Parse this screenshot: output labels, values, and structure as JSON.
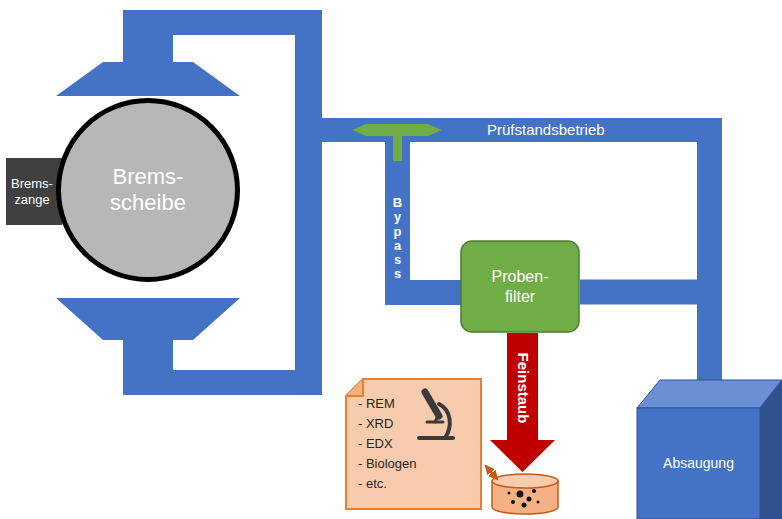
{
  "diagram": {
    "nodes": [
      {
        "text": [
          "Brems- zange"
        ]
      },
      {
        "text": [
          "Brems- scheibe"
        ]
      },
      {
        "text": [
          "Proben- filter"
        ]
      },
      {
        "text": [
          "- REM",
          "- XRD",
          "- EDX",
          "- Biologen",
          "- etc."
        ]
      },
      {
        "text": [
          "Absaugung"
        ]
      }
    ],
    "edges": [
      {
        "from": 2,
        "to": 4,
        "arrow": "none"
      }
    ],
    "labels": [
      "Prüfstandsbetrieb",
      "Bypass",
      "Feinstaub"
    ]
  }
}
